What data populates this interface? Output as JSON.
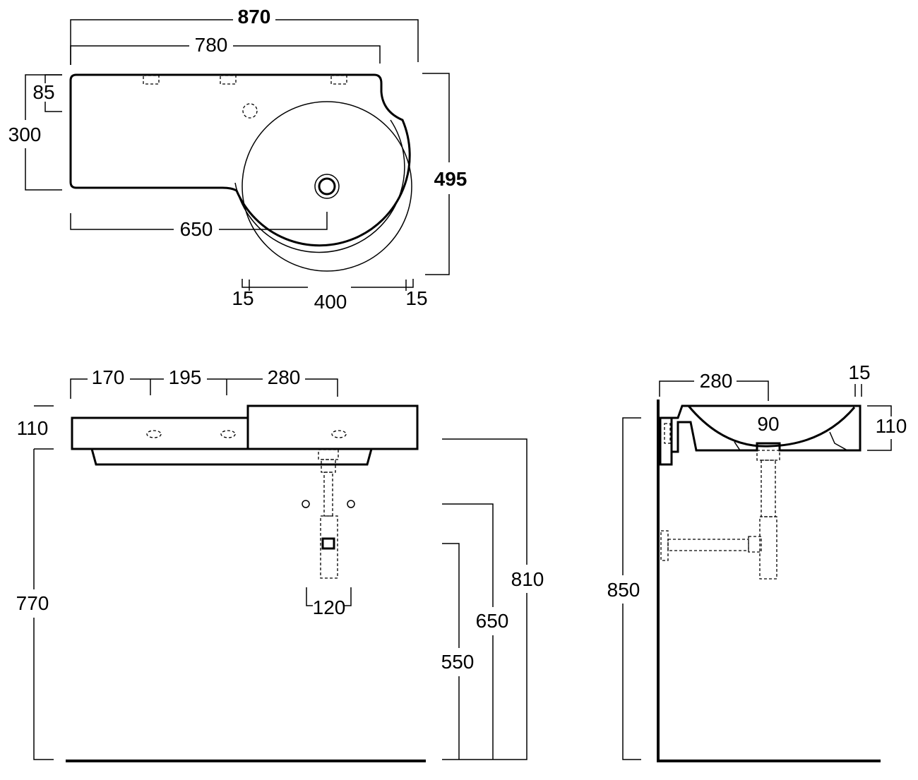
{
  "colors": {
    "line": "#000000",
    "background": "#ffffff"
  },
  "top_view": {
    "overall_width": "870",
    "deck_width": "780",
    "tap_hole_offset": "85",
    "deck_depth": "300",
    "overall_depth": "495",
    "waste_offset": "650",
    "rim_left": "15",
    "bowl_diameter": "400",
    "rim_right": "15"
  },
  "front_view": {
    "spacing_1": "170",
    "spacing_2": "195",
    "spacing_3": "280",
    "basin_height": "110",
    "fixing_height": "770",
    "trap_width": "120",
    "height_810": "810",
    "height_650": "650",
    "height_550": "550"
  },
  "side_view": {
    "bowl_depth_offset": "280",
    "rim_thickness": "15",
    "outlet_depth": "90",
    "basin_height": "110",
    "top_height": "850"
  }
}
